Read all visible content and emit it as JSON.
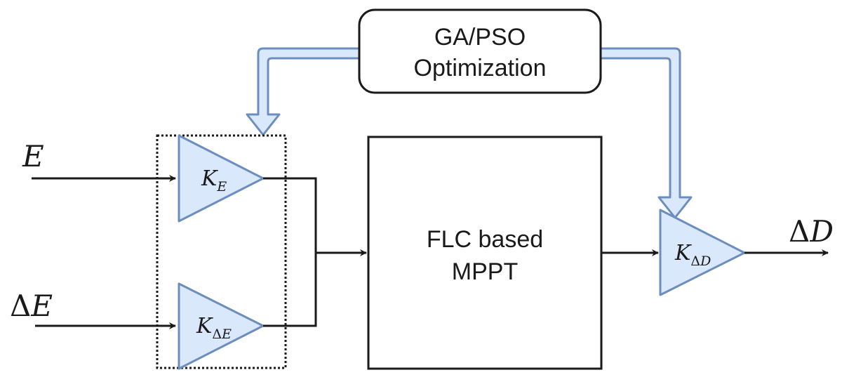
{
  "inputs": {
    "e": "E",
    "delta_e_symbol": "Δ",
    "delta_e_var": "E"
  },
  "optimizer": {
    "line1": "GA/PSO",
    "line2": "Optimization"
  },
  "flc_block": {
    "line1": "FLC based",
    "line2": "MPPT"
  },
  "gains": {
    "ke": {
      "base": "K",
      "sub": "E"
    },
    "kde": {
      "base": "K",
      "sub_delta": "Δ",
      "sub_var": "E"
    },
    "kdd": {
      "base": "K",
      "sub_delta": "Δ",
      "sub_var": "D"
    }
  },
  "output": {
    "delta_symbol": "Δ",
    "var": "D"
  },
  "colors": {
    "gain_fill": "#dae8fc",
    "gain_stroke": "#6c8ebf",
    "line": "#1a1a1a"
  }
}
